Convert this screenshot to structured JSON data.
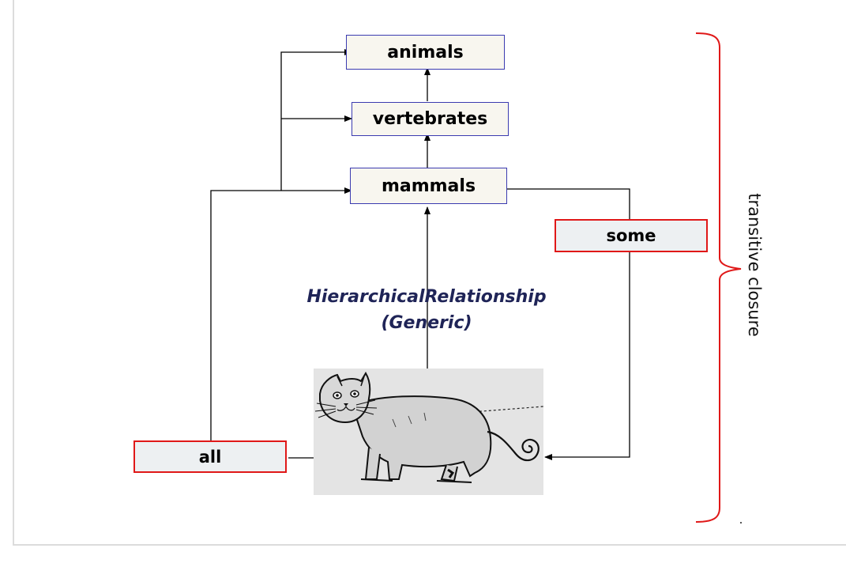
{
  "diagram": {
    "nodes": {
      "animals": "animals",
      "vertebrates": "vertebrates",
      "mammals": "mammals"
    },
    "quantifiers": {
      "some": "some",
      "all": "all"
    },
    "relation": {
      "line1": "HierarchicalRelationship",
      "line2": "(Generic)"
    },
    "side_label": "transitive closure",
    "picture": "cat-drawing"
  },
  "colors": {
    "class_border": "#3b3bb0",
    "class_fill": "#f8f6ef",
    "quantifier_border": "#e01818",
    "quantifier_fill": "#edf0f2",
    "relation_text": "#1f2457",
    "brace": "#e01818"
  }
}
